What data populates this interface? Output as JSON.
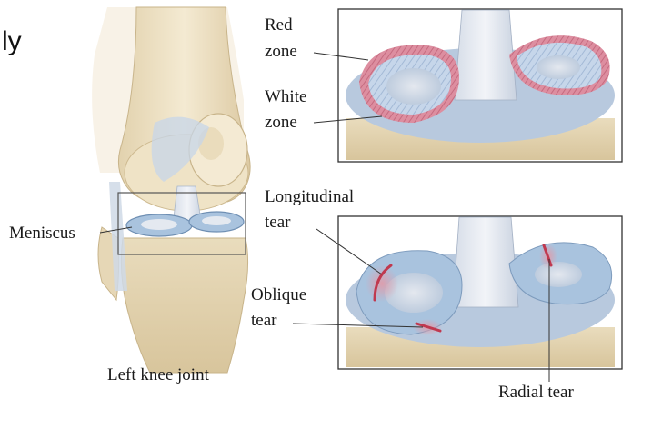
{
  "fragment": "ly",
  "labels": {
    "red_zone": [
      "Red",
      "zone"
    ],
    "white_zone": [
      "White",
      "zone"
    ],
    "longitudinal": [
      "Longitudinal",
      "tear"
    ],
    "oblique": [
      "Oblique",
      "tear"
    ],
    "radial": "Radial tear",
    "meniscus": "Meniscus",
    "knee": "Left knee joint"
  },
  "colors": {
    "bone": "#efe2c4",
    "bone_shadow": "#d9c79f",
    "cartilage": "#b9cde3",
    "meniscus": "#a9c3de",
    "red_zone": "#d9869a",
    "tear": "#c0394f",
    "frame": "#333333"
  }
}
